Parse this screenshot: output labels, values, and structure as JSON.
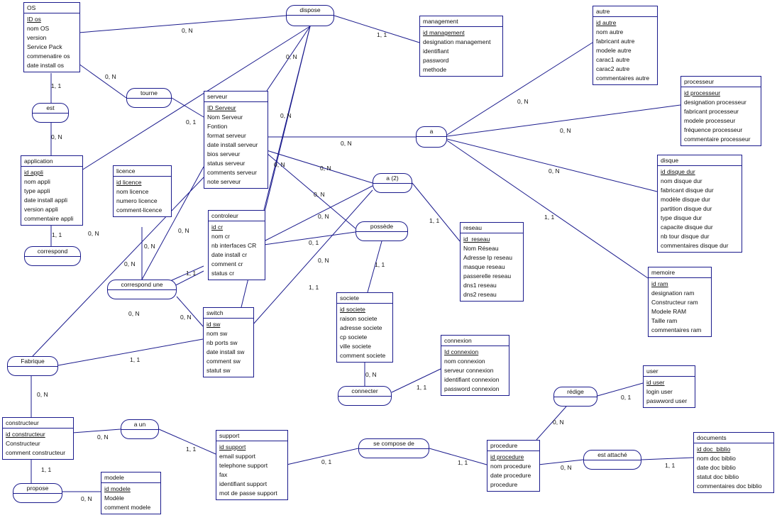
{
  "entities": {
    "os": {
      "title": "OS",
      "attrs": [
        "ID os",
        "nom OS",
        "version",
        "Service Pack",
        "commenatire os",
        "date install os"
      ]
    },
    "management": {
      "title": "management",
      "attrs": [
        "id management",
        "designation management",
        "identifiant",
        "password",
        "methode"
      ]
    },
    "autre": {
      "title": "autre",
      "attrs": [
        "id autre",
        "nom autre",
        "fabricant autre",
        "modele autre",
        "carac1 autre",
        "carac2 autre",
        "commentaires autre"
      ]
    },
    "processeur": {
      "title": "processeur",
      "attrs": [
        "id processeur",
        "designation processeur",
        "fabricant processeur",
        "modele processeur",
        "fréquence processeur",
        "commentaire processeur"
      ]
    },
    "serveur": {
      "title": "serveur",
      "attrs": [
        "ID Serveur",
        "Nom Serveur",
        "Fontion",
        "format serveur",
        "date install serveur",
        "bios serveur",
        "status serveur",
        "comments serveur",
        "note serveur"
      ]
    },
    "application": {
      "title": "application",
      "attrs": [
        "id appli",
        "nom appli",
        "type appli",
        "date install appli",
        "version appli",
        "commentaire appli"
      ]
    },
    "licence": {
      "title": "licence",
      "attrs": [
        "id licence",
        "nom licence",
        "numero licence",
        "comment-licence"
      ]
    },
    "disque": {
      "title": "disque",
      "attrs": [
        "id disque dur",
        "nom disque dur",
        "fabricant disque dur",
        "modèle disque dur",
        "partition disque dur",
        "type disque dur",
        "capacite disque dur",
        "nb tour disque dur",
        "commentaires disque dur"
      ]
    },
    "controleur": {
      "title": "controleur",
      "attrs": [
        "id cr",
        "nom cr",
        "nb interfaces CR",
        "date install cr",
        "comment cr",
        "status cr"
      ]
    },
    "reseau": {
      "title": "reseau",
      "attrs": [
        "id_reseau",
        "Nom Réseau",
        "Adresse Ip reseau",
        "masque reseau",
        "passerelle reseau",
        "dns1 reseau",
        "dns2 reseau"
      ]
    },
    "memoire": {
      "title": "memoire",
      "attrs": [
        "id ram",
        "designation ram",
        "Constructeur ram",
        "Modele RAM",
        "Taille ram",
        "commentaires ram"
      ]
    },
    "switch": {
      "title": "switch",
      "attrs": [
        "id sw",
        "nom sw",
        "nb ports sw",
        "date install sw",
        "comment sw",
        "statut sw"
      ]
    },
    "societe": {
      "title": "societe",
      "attrs": [
        "id societe",
        "raison societe",
        "adresse societe",
        "cp societe",
        "ville societe",
        "comment societe"
      ]
    },
    "connexion": {
      "title": "connexion",
      "attrs": [
        "Id connexion",
        "nom connexion",
        "serveur connexion",
        "identifiant connexion",
        "password connexion"
      ]
    },
    "user": {
      "title": "user",
      "attrs": [
        "id user",
        "login user",
        "paswword user"
      ]
    },
    "constructeur": {
      "title": "constructeur",
      "attrs": [
        "id constructeur",
        "Constructeur",
        "comment constructeur"
      ]
    },
    "support": {
      "title": "support",
      "attrs": [
        "id support",
        "email support",
        "telephone support",
        "fax",
        "identifiant support",
        "mot de passe support"
      ]
    },
    "procedure": {
      "title": "procedure",
      "attrs": [
        "id procedure",
        "nom procedure",
        "date procedure",
        "procedure"
      ]
    },
    "documents": {
      "title": "documents",
      "attrs": [
        "id doc_biblio",
        "nom doc biblio",
        "date doc biblio",
        "statut doc biblio",
        "commentaires doc biblio"
      ]
    },
    "modele": {
      "title": "modele",
      "attrs": [
        "id modele",
        "Modèle",
        "comment modele"
      ]
    }
  },
  "relations": {
    "dispose": "dispose",
    "tourne": "tourne",
    "est": "est",
    "a": "a",
    "a2": "a (2)",
    "possede": "possède",
    "correspond": "correspond",
    "correspond_une": "correspond une",
    "fabrique": "Fabrique",
    "connecter": "connecter",
    "redige": "rédige",
    "a_un": "a un",
    "se_compose_de": "se compose de",
    "est_attache": "est attaché",
    "propose": "propose"
  },
  "cardinalities": [
    "0, N",
    "1, 1",
    "0, N",
    "0, N",
    "0, N",
    "0, N",
    "1, 1",
    "0, 1",
    "0, N",
    "0, N",
    "0, N",
    "0, N",
    "0, N",
    "0, N",
    "0, N",
    "1, 1",
    "0, N",
    "1, 1",
    "0, N",
    "1, 1",
    "0, N",
    "0, 1",
    "0, N",
    "1, 1",
    "0, N",
    "0, N",
    "1, 1",
    "1, 1",
    "0, N",
    "0, N",
    "1, 1",
    "0, N",
    "1, 1",
    "0, N",
    "0, 1",
    "0, N",
    "0, N",
    "1, 1",
    "0, 1",
    "1, 1",
    "0, N",
    "1, 1",
    "1, 1",
    "0, N",
    "0, N",
    "1, 1"
  ]
}
